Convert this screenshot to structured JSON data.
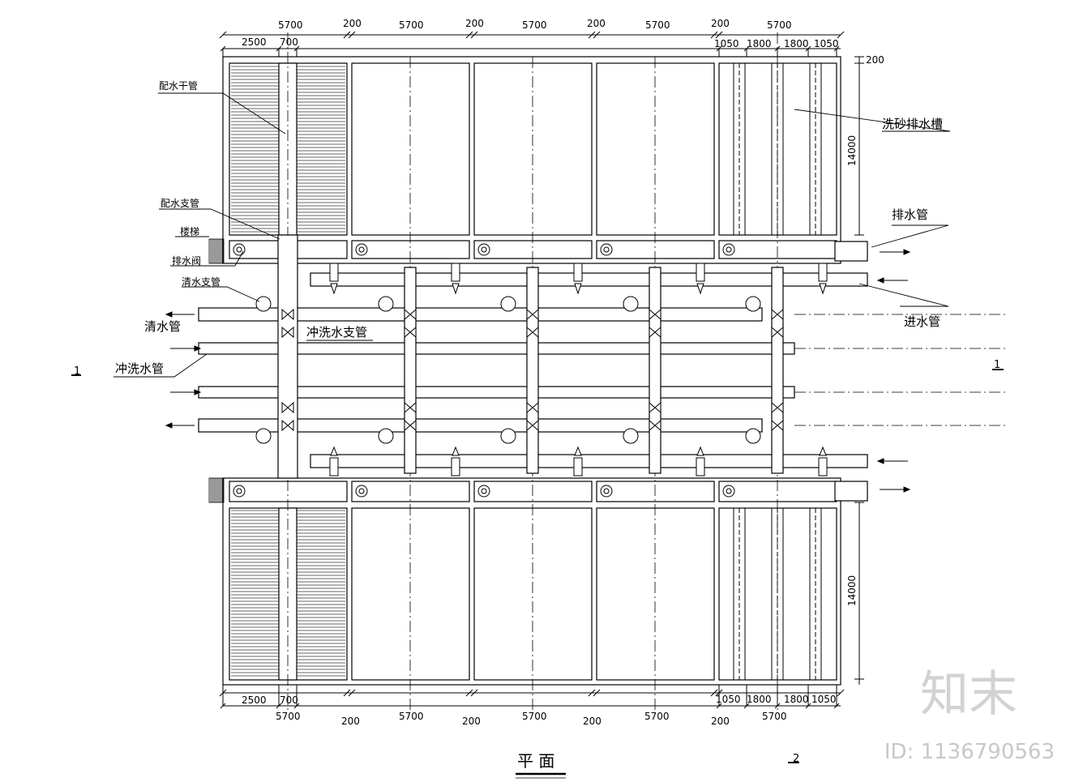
{
  "dimensions": {
    "top_spans": [
      "5700",
      "200",
      "5700",
      "200",
      "5700",
      "200",
      "5700",
      "200",
      "5700"
    ],
    "top_sub_left": [
      "2500",
      "700"
    ],
    "top_sub_right": [
      "1050",
      "1800",
      "1800",
      "1050"
    ],
    "bottom_spans": [
      "5700",
      "200",
      "5700",
      "200",
      "5700",
      "200",
      "5700",
      "200",
      "5700"
    ],
    "bottom_sub_left": [
      "2500",
      "700"
    ],
    "bottom_sub_right": [
      "1050",
      "1800",
      "1800",
      "1050"
    ],
    "side_top": "200",
    "side_height_upper": "14000",
    "side_height_lower": "14000"
  },
  "labels": {
    "main_distribution_pipe": "配水干管",
    "branch_distribution_pipe": "配水支管",
    "stairs": "楼梯",
    "drain_valve": "排水阀",
    "clear_water_branch": "清水支管",
    "clear_water_pipe": "清水管",
    "backwash_branch": "冲洗水支管",
    "backwash_pipe": "冲洗水管",
    "sand_wash_trough": "洗砂排水槽",
    "drain_pipe": "排水管",
    "inlet_pipe": "进水管"
  },
  "section_marks": {
    "left": "1",
    "right": "1",
    "bottom": "2"
  },
  "title": "平  面",
  "watermark": {
    "logo": "知末",
    "id": "ID: 1136790563"
  }
}
